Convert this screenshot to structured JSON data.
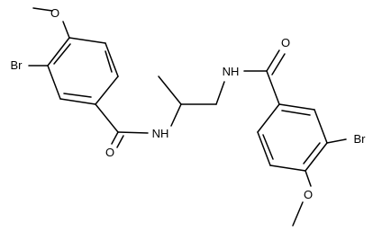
{
  "diagram": {
    "type": "chemical-structure",
    "atom_labels": {
      "o_methoxy_left": "O",
      "br_left": "Br",
      "o_carbonyl_left": "O",
      "nh_left": "NH",
      "nh_right": "NH",
      "o_carbonyl_right": "O",
      "br_right": "Br",
      "o_methoxy_right": "O"
    }
  }
}
